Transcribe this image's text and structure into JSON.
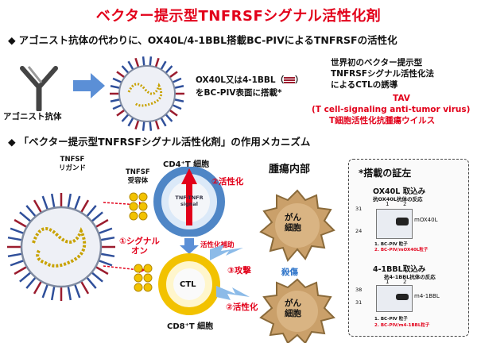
{
  "title": "ベクター提示型TNFRSFシグナル活性化剤",
  "section1": {
    "bullet": "◆",
    "heading": "アゴニスト抗体の代わりに、OX40L/4-1BBL搭載BC-PIVによるTNFRSFの活性化",
    "antibody_label": "アゴニスト抗体",
    "display_text_1": "OX40L又は4-1BBL（",
    "display_text_1_close": "）",
    "display_text_2": "をBC-PIV表面に搭載*",
    "claim_lines": [
      "世界初のベクター提示型",
      "TNFRSFシグナル活性化法",
      "によるCTLの誘導"
    ],
    "tav": "TAV",
    "tav_expansion": "(T cell-signaling anti-tumor virus)",
    "tav_japanese": "T細胞活性化抗腫瘍ウイルス"
  },
  "section2": {
    "bullet": "◆",
    "heading": "「ベクター提示型TNFRSFシグナル活性化剤」の作用メカニズム",
    "tnfsf_ligand": [
      "TNFSF",
      "リガンド"
    ],
    "tnfsf_receptor": [
      "TNFSF",
      "受容体"
    ],
    "cd4_label": "CD4⁺T 細胞",
    "cd8_label": "CD8⁺T 細胞",
    "tnf_signal": [
      "TNF-TNFR",
      "signal"
    ],
    "ctl": "CTL",
    "step1": [
      "①シグナル",
      "オン"
    ],
    "step2_top": "②活性化",
    "step2_bottom": "②活性化",
    "step3": "③攻撃",
    "activation_help": "活性化補助",
    "tumor_heading": "腫瘍内部",
    "cancer_cell": [
      "がん",
      "細胞"
    ],
    "killing": "殺傷"
  },
  "evidence": {
    "heading": "*搭載の証左",
    "ox40": {
      "title": "OX40L 取込み",
      "subtitle": "抗OX40L抗体の反応",
      "lanes": [
        "1",
        "2"
      ],
      "markers": [
        "31",
        "24"
      ],
      "band_label": "mOX40L",
      "legend": [
        "1. BC-PIV 粒子",
        "2. BC-PIV/mOX40L粒子"
      ]
    },
    "bbl": {
      "title": "4-1BBL取込み",
      "subtitle": "抗4-1BBL抗体の反応",
      "lanes": [
        "1",
        "2"
      ],
      "markers": [
        "38",
        "31"
      ],
      "band_label": "m4-1BBL",
      "legend": [
        "1. BC-PIV 粒子",
        "2. BC-PIV/m4-1BBL粒子"
      ]
    }
  },
  "colors": {
    "accent_red": "#e2001a",
    "arrow_blue": "#5b8fd6",
    "cell_blue": "#4f86c6",
    "ctl_yellow": "#f2c200",
    "tumor": "#b9843f"
  }
}
